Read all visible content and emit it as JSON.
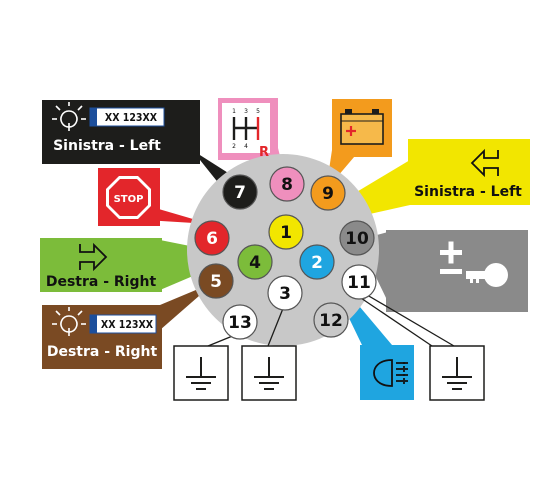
{
  "pins": [
    {
      "n": "1",
      "color": "#f2e600",
      "text_color": "#111111"
    },
    {
      "n": "2",
      "color": "#1fa5e0",
      "text_color": "#ffffff"
    },
    {
      "n": "3",
      "color": "#ffffff",
      "text_color": "#111111"
    },
    {
      "n": "4",
      "color": "#7cbc3a",
      "text_color": "#111111"
    },
    {
      "n": "5",
      "color": "#7a4a23",
      "text_color": "#ffffff"
    },
    {
      "n": "6",
      "color": "#e3262b",
      "text_color": "#ffffff"
    },
    {
      "n": "7",
      "color": "#1d1d1b",
      "text_color": "#ffffff"
    },
    {
      "n": "8",
      "color": "#ef8fbd",
      "text_color": "#111111"
    },
    {
      "n": "9",
      "color": "#f39b1d",
      "text_color": "#111111"
    },
    {
      "n": "10",
      "color": "#8a8a8a",
      "text_color": "#111111"
    },
    {
      "n": "11",
      "color": "#ffffff",
      "text_color": "#111111"
    },
    {
      "n": "12",
      "color": "#c8c8c8",
      "text_color": "#111111"
    },
    {
      "n": "13",
      "color": "#ffffff",
      "text_color": "#111111"
    }
  ],
  "labels": {
    "black_left": "Sinistra - Left",
    "black_plate": "XX 123XX",
    "brown_right": "Destra - Right",
    "brown_plate": "XX 123XX",
    "green_right": "Destra - Right",
    "yellow_left": "Sinistra - Left",
    "stop_sign": "STOP",
    "gear_numbers": [
      "1",
      "3",
      "5",
      "2",
      "4"
    ],
    "gear_reverse": "R"
  },
  "colors": {
    "connector_body": "#c8c8c8",
    "black": "#1d1d1b",
    "red": "#e3262b",
    "green": "#7cbc3a",
    "brown": "#7a4a23",
    "pink": "#ef8fbd",
    "orange": "#f39b1d",
    "yellow": "#f2e600",
    "grey": "#8a8a8a",
    "blue": "#1fa5e0",
    "plate_blue": "#1d4f9c"
  }
}
